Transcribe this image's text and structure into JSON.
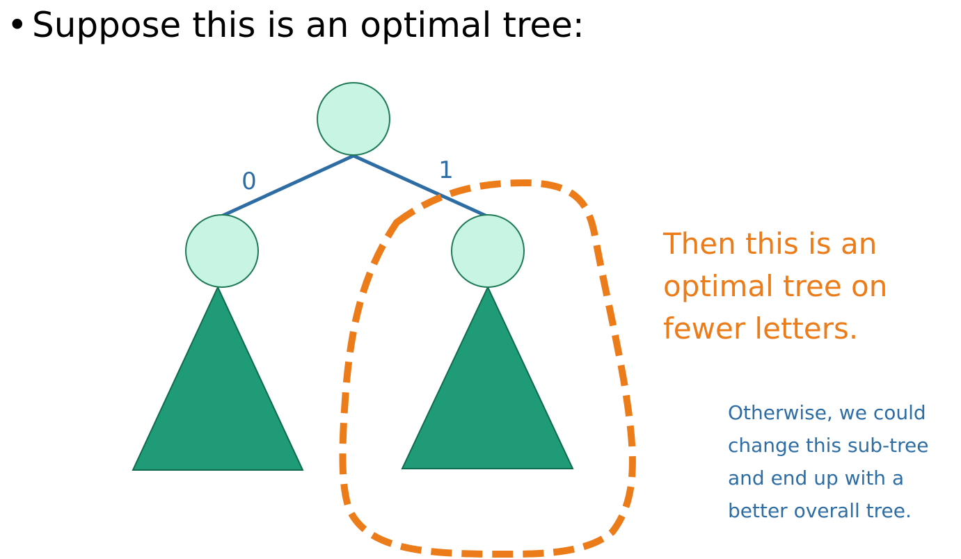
{
  "slide": {
    "bullet_text": "Suppose this is an optimal tree:",
    "bullet_symbol": "•",
    "edge_labels": {
      "left": "0",
      "right": "1"
    },
    "orange_callout": {
      "lines": [
        "Then this is an",
        "optimal tree on",
        "fewer letters."
      ]
    },
    "blue_callout": {
      "lines": [
        "Otherwise, we could",
        "change this sub-tree",
        "and end up with a",
        "better overall tree."
      ]
    }
  },
  "colors": {
    "node_fill": "#c8f4e4",
    "node_stroke": "#1e7a55",
    "subtree_fill": "#1f9b78",
    "subtree_stroke": "#0f6b4d",
    "edge": "#2e6da4",
    "edge_label": "#2e6da4",
    "highlight": "#ec7c1a",
    "text_orange": "#ec7c1a",
    "text_blue": "#2e6da4"
  }
}
